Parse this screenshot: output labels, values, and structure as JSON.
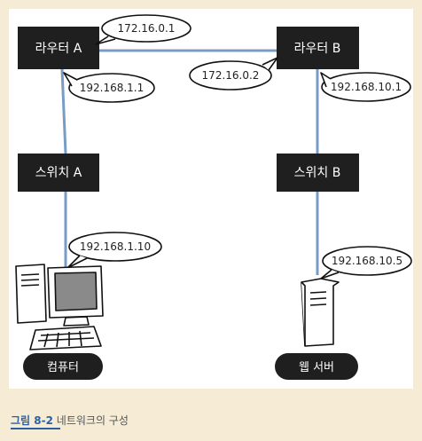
{
  "diagram": {
    "routers": {
      "a": "라우터 A",
      "b": "라우터 B"
    },
    "switches": {
      "a": "스위치 A",
      "b": "스위치 B"
    },
    "ip_addresses": {
      "router_a_wan": "172.16.0.1",
      "router_b_wan": "172.16.0.2",
      "router_a_lan": "192.168.1.1",
      "router_b_lan": "192.168.10.1",
      "computer": "192.168.1.10",
      "web_server": "192.168.10.5"
    },
    "devices": {
      "computer": "컴퓨터",
      "web_server": "웹 서버"
    },
    "colors": {
      "link": "#7a9cc4",
      "box": "#1f1f1f",
      "page_background": "#f6ecd6",
      "caption_accent": "#2b5fa6"
    }
  },
  "caption": {
    "figure_number": "그림 8-2",
    "text": "네트워크의 구성"
  }
}
